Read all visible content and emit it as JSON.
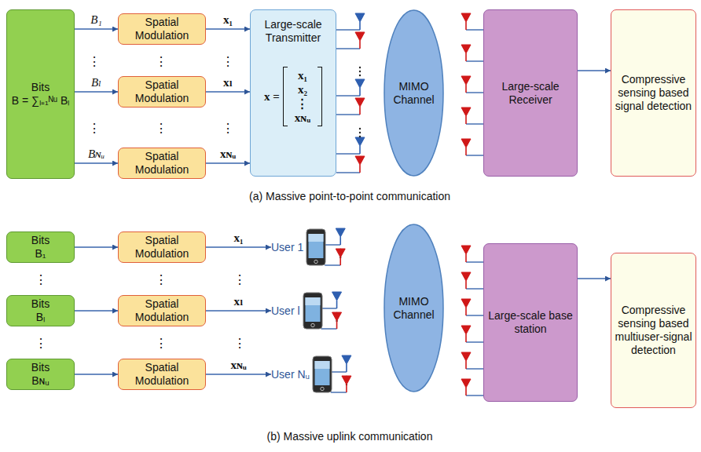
{
  "diagram": {
    "nodes": [
      {
        "text": [
          "Bits",
          "B = ∑ₗ₌₁ᴺᵘ Bₗ"
        ]
      },
      {
        "text": [
          "Spatial Modulation"
        ]
      },
      {
        "text": [
          "Spatial Modulation"
        ]
      },
      {
        "text": [
          "Spatial Modulation"
        ]
      },
      {
        "text": [
          "Large-scale Transmitter",
          "x =",
          "x₁",
          "x₂",
          "⋮",
          "xɴᵤ"
        ]
      },
      {
        "text": [
          "MIMO Channel"
        ]
      },
      {
        "text": [
          "Large-scale Receiver"
        ]
      },
      {
        "text": [
          "Compressive sensing based signal detection"
        ]
      },
      {
        "text": [
          "Bits",
          "B₁"
        ]
      },
      {
        "text": [
          "Bits",
          "Bₗ"
        ]
      },
      {
        "text": [
          "Bits",
          "Bɴᵤ"
        ]
      },
      {
        "text": [
          "Spatial Modulation"
        ]
      },
      {
        "text": [
          "Spatial Modulation"
        ]
      },
      {
        "text": [
          "Spatial Modulation"
        ]
      },
      {
        "text": [
          "User 1"
        ]
      },
      {
        "text": [
          "User l"
        ]
      },
      {
        "text": [
          "User Nᵤ"
        ]
      },
      {
        "text": [
          "MIMO Channel"
        ]
      },
      {
        "text": [
          "Large-scale base station"
        ]
      },
      {
        "text": [
          "Compressive sensing based multiuser-signal detection"
        ]
      }
    ],
    "edges": [
      {
        "from": 0,
        "to": 1,
        "arrow": "to",
        "label": "B₁"
      },
      {
        "from": 0,
        "to": 2,
        "arrow": "to",
        "label": "Bₗ"
      },
      {
        "from": 0,
        "to": 3,
        "arrow": "to",
        "label": "Bɴᵤ"
      },
      {
        "from": 1,
        "to": 4,
        "arrow": "to",
        "label": "x₁"
      },
      {
        "from": 2,
        "to": 4,
        "arrow": "to",
        "label": "xₗ"
      },
      {
        "from": 3,
        "to": 4,
        "arrow": "to",
        "label": "xɴᵤ"
      },
      {
        "from": 6,
        "to": 7,
        "arrow": "to"
      },
      {
        "from": 8,
        "to": 11,
        "arrow": "to"
      },
      {
        "from": 9,
        "to": 12,
        "arrow": "to"
      },
      {
        "from": 10,
        "to": 13,
        "arrow": "to"
      },
      {
        "from": 11,
        "to": 14,
        "arrow": "to",
        "label": "x₁"
      },
      {
        "from": 12,
        "to": 15,
        "arrow": "to",
        "label": "xₗ"
      },
      {
        "from": 13,
        "to": 16,
        "arrow": "to",
        "label": "xɴᵤ"
      },
      {
        "from": 18,
        "to": 19,
        "arrow": "to"
      }
    ],
    "labels": [
      "⋮",
      "⋮",
      "⋮",
      "⋮",
      "⋮",
      "⋮",
      "(a) Massive point-to-point communication",
      "⋮",
      "⋮",
      "⋮",
      "⋮",
      "⋮",
      "⋮",
      "(b) Massive uplink communication"
    ]
  }
}
